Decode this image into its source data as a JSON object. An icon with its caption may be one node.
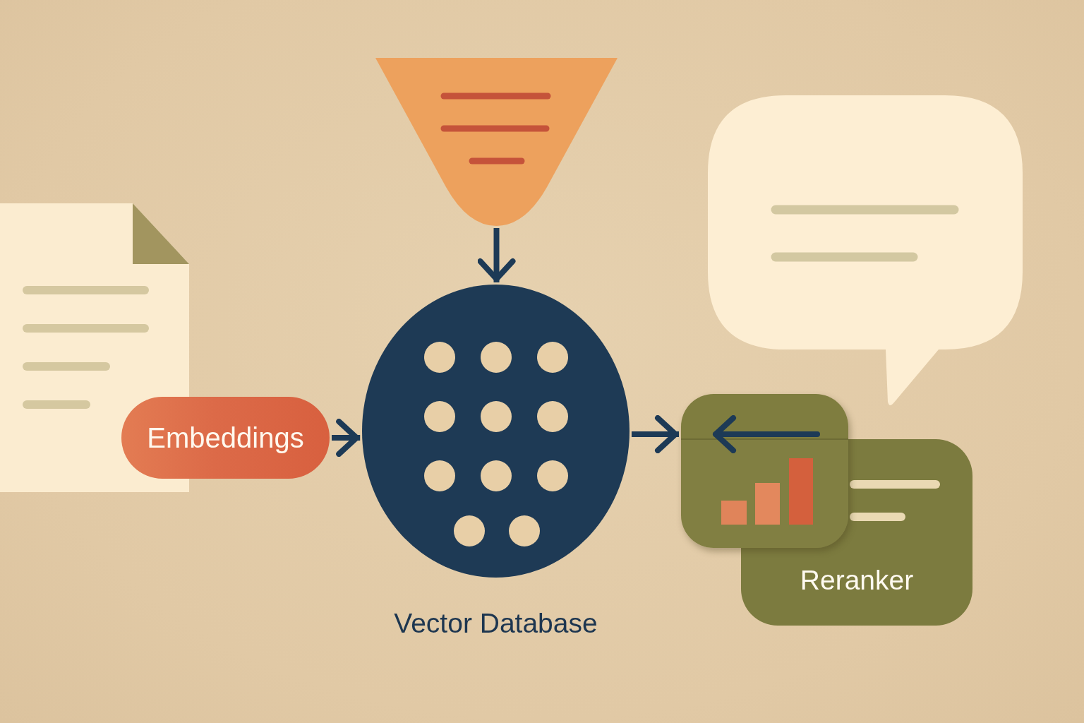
{
  "diagram": {
    "nodes": [
      {
        "text": [],
        "shape": "funnel"
      },
      {
        "text": [
          "Embeddings"
        ]
      },
      {
        "text": [],
        "shape": "circle",
        "beside": [
          "Vector Database"
        ]
      },
      {
        "text": [],
        "shape": "box"
      },
      {
        "text": [
          "Reranker"
        ]
      }
    ],
    "edges": [
      {
        "from": 0,
        "to": 2,
        "arrow": "to"
      },
      {
        "from": 1,
        "to": 2,
        "arrow": "to"
      },
      {
        "from": 2,
        "to": 3,
        "arrow": "to"
      }
    ]
  }
}
